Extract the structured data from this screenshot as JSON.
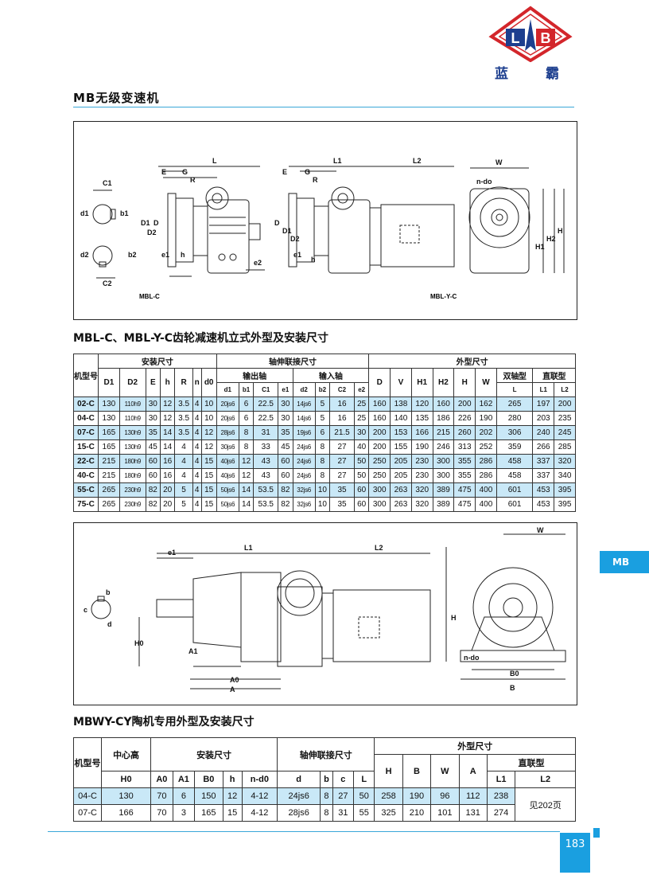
{
  "brand": {
    "logo_letters": [
      "L",
      "B"
    ],
    "name_left": "蓝",
    "name_right": "霸"
  },
  "colors": {
    "accent": "#1a9fe0",
    "row_highlight": "#c9e8f7",
    "logo_blue": "#1d3f8f",
    "logo_red": "#d3262b"
  },
  "section_title": "MB无级变速机",
  "drawing1": {
    "labels": {
      "left": "MBL-C",
      "right": "MBL-Y-C"
    }
  },
  "drawing2": {},
  "table1": {
    "caption": "MBL-C、MBL-Y-C齿轮减速机立式外型及安装尺寸",
    "group_headers": {
      "model": "机型号",
      "install": "安装尺寸",
      "shaft": "轴伸联接尺寸",
      "outer": "外型尺寸",
      "out_shaft": "输出轴",
      "in_shaft": "输入轴",
      "double": "双轴型",
      "direct": "直联型"
    },
    "install_cols": [
      "D1",
      "D2",
      "E",
      "h",
      "R",
      "n",
      "d0"
    ],
    "out_cols": [
      "d1",
      "b1",
      "C1",
      "e1"
    ],
    "in_cols": [
      "d2",
      "b2",
      "C2",
      "e2"
    ],
    "outer_cols": [
      "D",
      "V",
      "H1",
      "H2",
      "H",
      "W"
    ],
    "double_cols": [
      "L"
    ],
    "direct_cols": [
      "L1",
      "L2"
    ],
    "rows": [
      {
        "model": "02-C",
        "D1": "130",
        "D2": "110h9",
        "E": "30",
        "h": "12",
        "R": "3.5",
        "n": "4",
        "d0": "10",
        "d1": "20js6",
        "b1": "6",
        "C1": "22.5",
        "e1": "30",
        "d2": "14js6",
        "b2": "5",
        "C2": "16",
        "e2": "25",
        "D": "160",
        "V": "138",
        "H1": "120",
        "H2": "160",
        "H": "200",
        "W": "162",
        "L": "265",
        "L1": "197",
        "L2": "200"
      },
      {
        "model": "04-C",
        "D1": "130",
        "D2": "110h9",
        "E": "30",
        "h": "12",
        "R": "3.5",
        "n": "4",
        "d0": "10",
        "d1": "20js6",
        "b1": "6",
        "C1": "22.5",
        "e1": "30",
        "d2": "14js6",
        "b2": "5",
        "C2": "16",
        "e2": "25",
        "D": "160",
        "V": "140",
        "H1": "135",
        "H2": "186",
        "H": "226",
        "W": "190",
        "L": "280",
        "L1": "203",
        "L2": "235"
      },
      {
        "model": "07-C",
        "D1": "165",
        "D2": "130h9",
        "E": "35",
        "h": "14",
        "R": "3.5",
        "n": "4",
        "d0": "12",
        "d1": "28js6",
        "b1": "8",
        "C1": "31",
        "e1": "35",
        "d2": "19js6",
        "b2": "6",
        "C2": "21.5",
        "e2": "30",
        "D": "200",
        "V": "153",
        "H1": "166",
        "H2": "215",
        "H": "260",
        "W": "202",
        "L": "306",
        "L1": "240",
        "L2": "245"
      },
      {
        "model": "15-C",
        "D1": "165",
        "D2": "130h9",
        "E": "45",
        "h": "14",
        "R": "4",
        "n": "4",
        "d0": "12",
        "d1": "30js6",
        "b1": "8",
        "C1": "33",
        "e1": "45",
        "d2": "24js6",
        "b2": "8",
        "C2": "27",
        "e2": "40",
        "D": "200",
        "V": "155",
        "H1": "190",
        "H2": "246",
        "H": "313",
        "W": "252",
        "L": "359",
        "L1": "266",
        "L2": "285"
      },
      {
        "model": "22-C",
        "D1": "215",
        "D2": "180h9",
        "E": "60",
        "h": "16",
        "R": "4",
        "n": "4",
        "d0": "15",
        "d1": "40js6",
        "b1": "12",
        "C1": "43",
        "e1": "60",
        "d2": "24js6",
        "b2": "8",
        "C2": "27",
        "e2": "50",
        "D": "250",
        "V": "205",
        "H1": "230",
        "H2": "300",
        "H": "355",
        "W": "286",
        "L": "458",
        "L1": "337",
        "L2": "320"
      },
      {
        "model": "40-C",
        "D1": "215",
        "D2": "180h9",
        "E": "60",
        "h": "16",
        "R": "4",
        "n": "4",
        "d0": "15",
        "d1": "40js6",
        "b1": "12",
        "C1": "43",
        "e1": "60",
        "d2": "24js6",
        "b2": "8",
        "C2": "27",
        "e2": "50",
        "D": "250",
        "V": "205",
        "H1": "230",
        "H2": "300",
        "H": "355",
        "W": "286",
        "L": "458",
        "L1": "337",
        "L2": "340"
      },
      {
        "model": "55-C",
        "D1": "265",
        "D2": "230h9",
        "E": "82",
        "h": "20",
        "R": "5",
        "n": "4",
        "d0": "15",
        "d1": "50js6",
        "b1": "14",
        "C1": "53.5",
        "e1": "82",
        "d2": "32js6",
        "b2": "10",
        "C2": "35",
        "e2": "60",
        "D": "300",
        "V": "263",
        "H1": "320",
        "H2": "389",
        "H": "475",
        "W": "400",
        "L": "601",
        "L1": "453",
        "L2": "395"
      },
      {
        "model": "75-C",
        "D1": "265",
        "D2": "230h9",
        "E": "82",
        "h": "20",
        "R": "5",
        "n": "4",
        "d0": "15",
        "d1": "50js6",
        "b1": "14",
        "C1": "53.5",
        "e1": "82",
        "d2": "32js6",
        "b2": "10",
        "C2": "35",
        "e2": "60",
        "D": "300",
        "V": "263",
        "H1": "320",
        "H2": "389",
        "H": "475",
        "W": "400",
        "L": "601",
        "L1": "453",
        "L2": "395"
      }
    ]
  },
  "table2": {
    "caption": "MBWY-CY陶机专用外型及安装尺寸",
    "headers": {
      "model": "机型号",
      "center_height": "中心高",
      "h0": "H0",
      "install": "安装尺寸",
      "shaft": "轴伸联接尺寸",
      "outer": "外型尺寸",
      "direct": "直联型"
    },
    "install_cols": [
      "A0",
      "A1",
      "B0",
      "h",
      "n-d0"
    ],
    "shaft_cols": [
      "d",
      "b",
      "c",
      "L"
    ],
    "outer_cols": [
      "H",
      "B",
      "W",
      "A"
    ],
    "direct_cols": [
      "L1",
      "L2"
    ],
    "rows": [
      {
        "model": "04-C",
        "H0": "130",
        "A0": "70",
        "A1": "6",
        "B0": "150",
        "h": "12",
        "nd0": "4-12",
        "d": "24js6",
        "b": "8",
        "c": "27",
        "L": "50",
        "H": "258",
        "B": "190",
        "W": "96",
        "A": "112",
        "L1": "238"
      },
      {
        "model": "07-C",
        "H0": "166",
        "A0": "70",
        "A1": "3",
        "B0": "165",
        "h": "15",
        "nd0": "4-12",
        "d": "28js6",
        "b": "8",
        "c": "31",
        "L": "55",
        "H": "325",
        "B": "210",
        "W": "101",
        "A": "131",
        "L1": "274"
      }
    ],
    "l2_note": "见202页"
  },
  "side_tab": "MB",
  "page_number": "183"
}
